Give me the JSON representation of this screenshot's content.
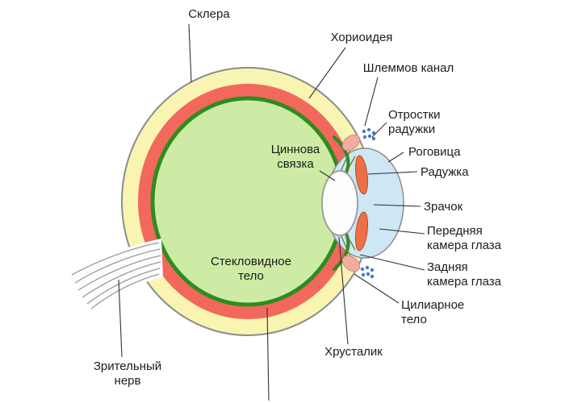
{
  "colors": {
    "background": "#ffffff",
    "sclera": "#FAF4B2",
    "choroid": "#F2685C",
    "retina": "#2F8C1E",
    "vitreous": "#CDEBA4",
    "cornea": "#CDE7F4",
    "iris": "#EE6F45",
    "ciliary": "#F4ACA2",
    "lens": "#FDFDFD",
    "iris_process_dots": "#4F77C8",
    "outline": "#8C8C8C",
    "leader": "#333333"
  },
  "labels": {
    "sclera": "Склера",
    "choroid": "Хориоидея",
    "schlemm_canal": "Шлеммов канал",
    "iris_processes": [
      "Отростки",
      "радужки"
    ],
    "cornea": "Роговица",
    "iris": "Радужка",
    "pupil": "Зрачок",
    "anterior_chamber": [
      "Передняя",
      "камера глаза"
    ],
    "posterior_chamber": [
      "Задняя",
      "камера глаза"
    ],
    "ciliary_body": [
      "Цилиарное",
      "тело"
    ],
    "lens": "Хрусталик",
    "zinn_ligament": [
      "Циннова",
      "связка"
    ],
    "vitreous_body": [
      "Стекловидное",
      "тело"
    ],
    "optic_nerve": [
      "Зрительный",
      "нерв"
    ]
  }
}
